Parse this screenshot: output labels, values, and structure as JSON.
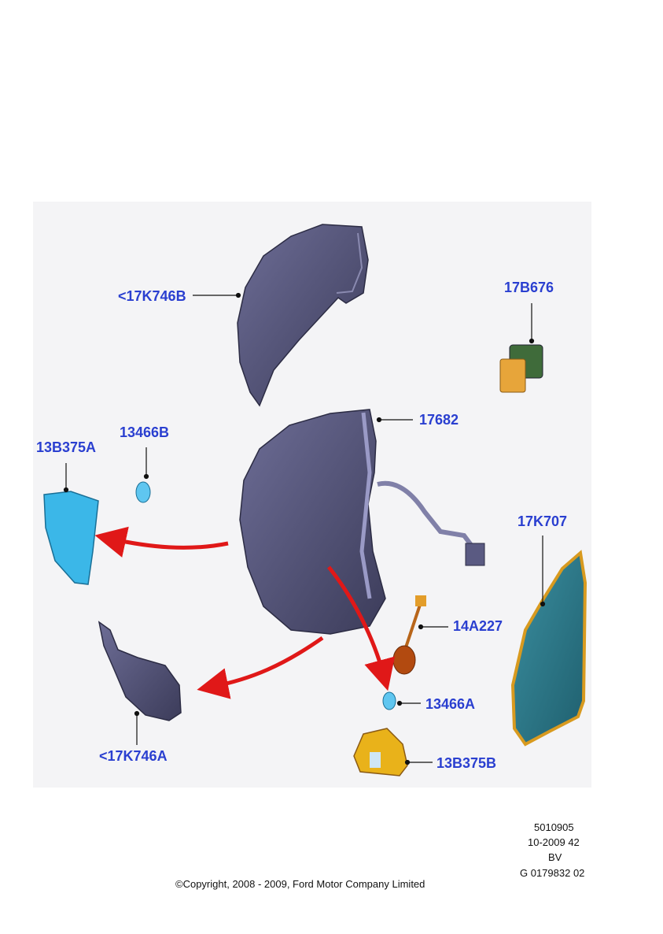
{
  "callouts": {
    "cover_upper": "<17K746B",
    "blocker": "17B676",
    "housing": "17682",
    "bulb_left": "13466B",
    "lamp_left": "13B375A",
    "glass": "17K707",
    "wire": "14A227",
    "cover_lower": "<17K746A",
    "bulb_lower": "13466A",
    "lamp_lower": "13B375B"
  },
  "info_block": {
    "line1": "5010905",
    "line2": "10-2009 42",
    "line3": "BV",
    "line4": "G 0179832 02"
  },
  "copyright": "©Copyright, 2008 - 2009, Ford Motor Company Limited",
  "colors": {
    "label": "#2a3fd0",
    "arrow": "#e01818",
    "cover": "#55557a",
    "lamp_blue": "#3bb7e8",
    "lamp_amber": "#e9b21a",
    "glass": "#2f7e8e"
  }
}
